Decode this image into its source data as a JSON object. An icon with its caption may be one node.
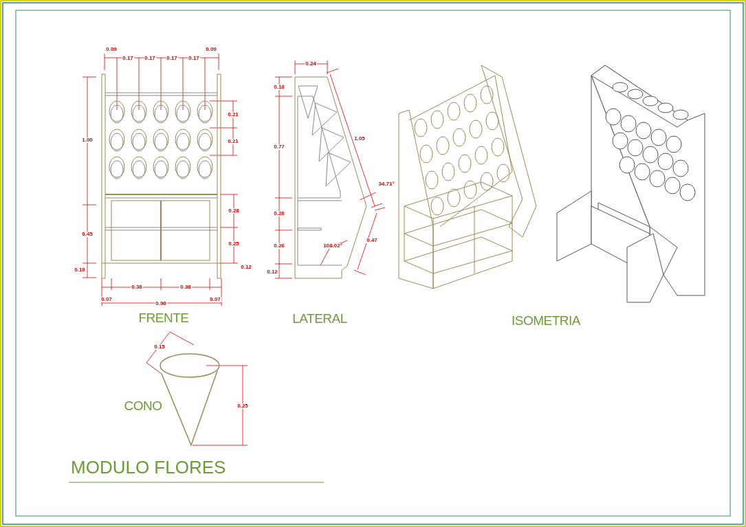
{
  "diagram": {
    "title": "MODULO FLORES",
    "labels": [
      "0.09",
      "0.17",
      "0.17",
      "0.17",
      "0.17",
      "0.09",
      "0.24",
      "0.16",
      "1.00",
      "0.21",
      "0.21",
      "1.05",
      "0.77",
      "34.71°",
      "0.28",
      "0.26",
      "0.45",
      "0.25",
      "0.26",
      "108.02°",
      "0.47",
      "0.12",
      "0.10",
      "0.12",
      "0.38",
      "0.38",
      "0.07",
      "0.90",
      "0.07",
      "FRENTE",
      "LATERAL",
      "ISOMETRIA",
      "0.15",
      "CONO",
      "0.25"
    ]
  }
}
